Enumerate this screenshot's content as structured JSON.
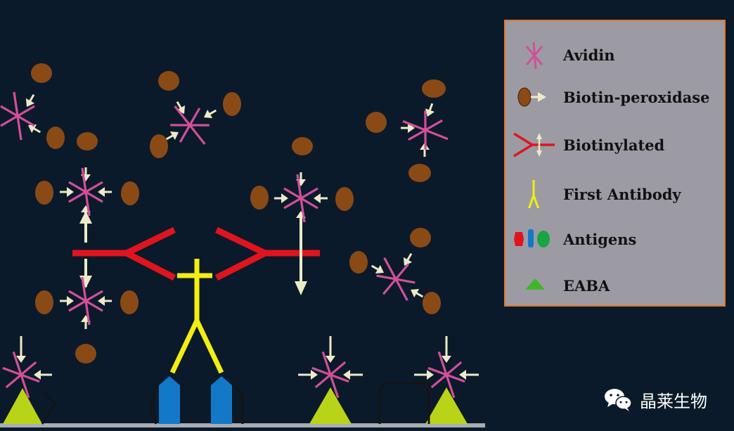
{
  "legend": {
    "items": [
      {
        "label": "Avidin",
        "icon": "avidin-cross-icon"
      },
      {
        "label": "Biotin-peroxidase",
        "icon": "biotin-peroxidase-icon"
      },
      {
        "label": "Biotinylated",
        "icon": "biotinylated-antibody-icon"
      },
      {
        "label": "First Antibody",
        "icon": "first-antibody-icon"
      },
      {
        "label": "Antigens",
        "icon": "antigens-icon"
      },
      {
        "label": "EABA",
        "icon": "eaba-triangle-icon"
      }
    ]
  },
  "watermark": {
    "text": "晶莱生物",
    "icon": "wechat-icon"
  },
  "colors": {
    "background": "#0b1a2a",
    "avidin": "#d24f9a",
    "biotin_peroxidase": "#8a4a16",
    "arrow": "#ecebc8",
    "biotinylated": "#e0141e",
    "first_antibody": "#f3ee12",
    "antigen_blue": "#1478c8",
    "eaba": "#b9d418",
    "legend_bg": "#9c9ba3",
    "legend_border": "#e1782a"
  }
}
